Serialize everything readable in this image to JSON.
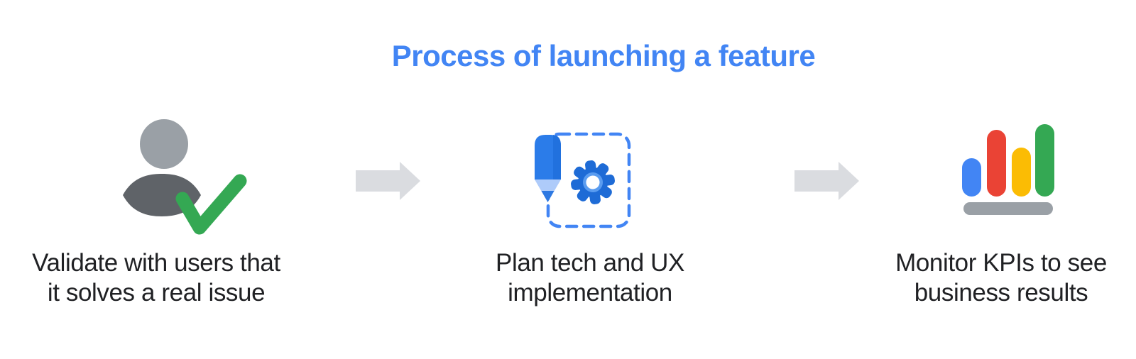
{
  "title": {
    "text": "Process of launching a feature"
  },
  "steps": [
    {
      "id": "validate",
      "icon": "user-check-icon",
      "label_line1": "Validate with users that",
      "label_line2": "it solves a real issue"
    },
    {
      "id": "plan",
      "icon": "pencil-gear-icon",
      "label_line1": "Plan tech and UX",
      "label_line2": "implementation"
    },
    {
      "id": "monitor",
      "icon": "bar-chart-icon",
      "label_line1": "Monitor KPIs to see",
      "label_line2": "business results"
    }
  ],
  "arrows": {
    "icon": "arrow-right-icon",
    "count": 2
  },
  "colors": {
    "background": "#FFFFFF",
    "title_blue": "#4285F4",
    "label_text": "#202124",
    "arrow_gray": "#DADCE0",
    "person_head_gray": "#9AA0A6",
    "person_body_gray": "#5F6368",
    "check_green": "#34A853",
    "pencil_body_blue": "#2B7CE9",
    "pencil_edge_blue": "#2171DE",
    "pencil_wood_light_blue": "#AECBFA",
    "pencil_tip_blue": "#2E79E2",
    "gear_blue": "#1E6BD6",
    "gear_ring_light_blue": "#5A9CF0",
    "dashed_box_blue": "#4285F4",
    "bar_blue": "#4285F4",
    "bar_red": "#EA4335",
    "bar_yellow": "#FBBC04",
    "bar_green": "#34A853",
    "bar_base_gray": "#9AA0A6"
  }
}
